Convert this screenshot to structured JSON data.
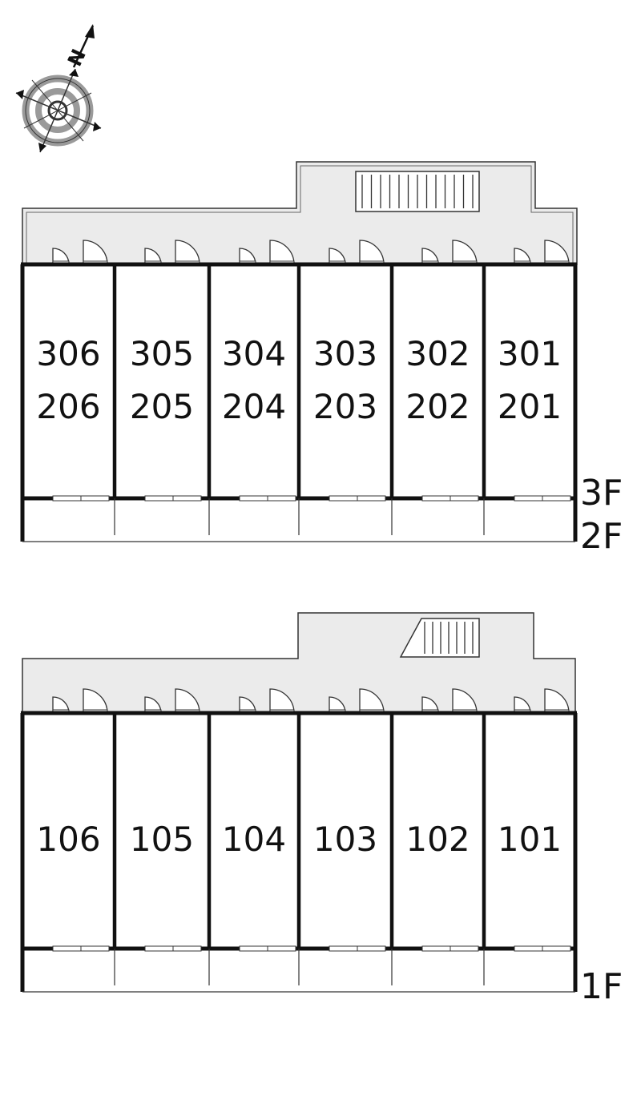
{
  "compass": {
    "label": "N",
    "icon": "compass-icon"
  },
  "upper_building": {
    "floor_labels": [
      "3F",
      "2F"
    ],
    "units": [
      {
        "top": "306",
        "bottom": "206"
      },
      {
        "top": "305",
        "bottom": "205"
      },
      {
        "top": "304",
        "bottom": "204"
      },
      {
        "top": "303",
        "bottom": "203"
      },
      {
        "top": "302",
        "bottom": "202"
      },
      {
        "top": "301",
        "bottom": "201"
      }
    ]
  },
  "lower_building": {
    "floor_labels": [
      "1F"
    ],
    "units": [
      "106",
      "105",
      "104",
      "103",
      "102",
      "101"
    ]
  },
  "colors": {
    "corridor": "#ebebeb",
    "wall": "#111111",
    "line": "#333333",
    "compass_ring": "#9a9a9a"
  }
}
